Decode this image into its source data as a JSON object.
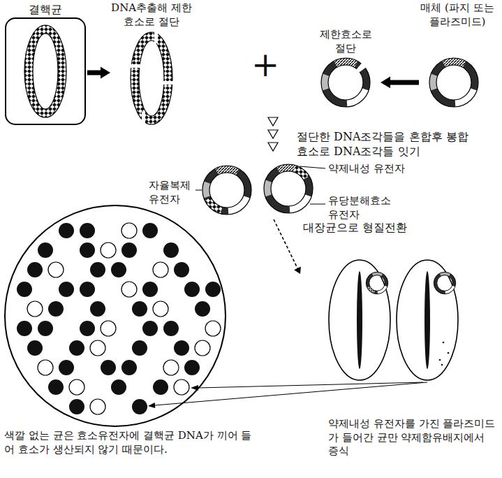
{
  "diagram": {
    "nodes": [
      {
        "text": [
          "결핵균"
        ]
      },
      {
        "text": [
          "DNA추출해 제한효소로 절단"
        ]
      },
      {
        "text": [
          "매체 (파지 또는 플라즈미드)"
        ]
      },
      {
        "text": [
          "제한효소로 절단"
        ]
      },
      {
        "text": [
          "절단한 DNA조각들을 혼합후 봉합효소로 DNA조각들 잇기"
        ]
      },
      {
        "text": [
          "대장균으로 형질전환"
        ]
      }
    ],
    "edges": [
      {
        "from": 0,
        "to": 1,
        "arrow": "to"
      },
      {
        "from": 2,
        "to": 3,
        "arrow": "to"
      },
      {
        "from": 4,
        "to": 5,
        "arrow": "to"
      }
    ],
    "labels": [
      "+",
      "자율복제 유전자",
      "약제내성 유전자",
      "유당분해효소 유전자",
      "색깔 없는 균은 효소유전자에 결핵균 DNA가 끼어 들어 효소가 생산되지 않기 때문이다.",
      "약제내성 유전자를 가진 플라즈미드가 들어간 균만 약제함유배지에서 증식"
    ]
  }
}
